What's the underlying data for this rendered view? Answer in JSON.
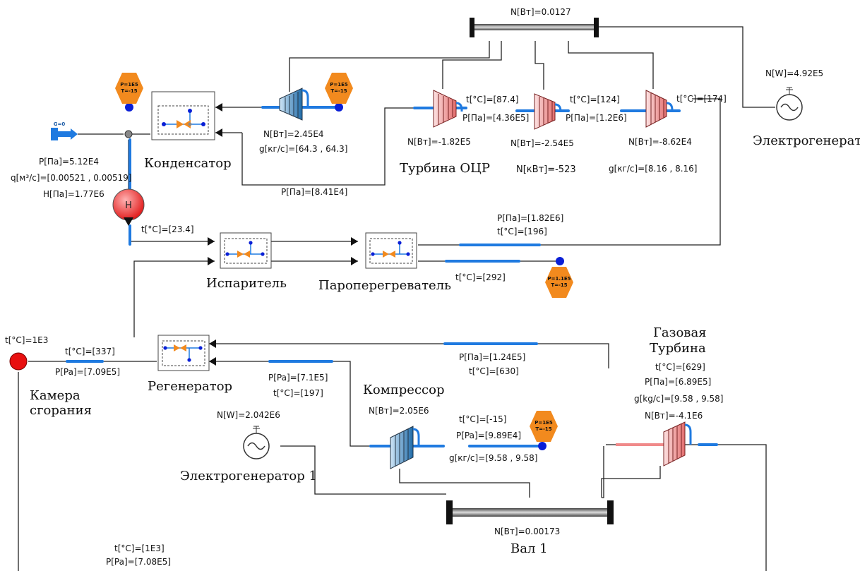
{
  "shaft_top": {
    "label": "N[Вт]=0.0127"
  },
  "shaft_bottom": {
    "label": "N[Вт]=0.00173",
    "title": "Вал 1"
  },
  "generator_top": {
    "label": "N[W]=4.92E5",
    "title": "Электрогенератор"
  },
  "generator_bottom": {
    "label": "N[W]=2.042E6",
    "title": "Электрогенератор 1"
  },
  "source": {
    "label": "G=0"
  },
  "condenser": {
    "title": "Конденсатор",
    "pressure": "P[Па]=5.12E4",
    "flow": "q[м³/с]=[0.00521 , 0.00519]",
    "return_pressure": "P[Па]=[8.41E4]"
  },
  "pump": {
    "head": "H[Па]=1.77E6",
    "outlet_temp": "t[°C]=[23.4]",
    "glyph": "H"
  },
  "boundaries": [
    {
      "p": "P=1E5",
      "t": "T=-15"
    },
    {
      "p": "P=1E5",
      "t": "T=-15"
    },
    {
      "p": "P=1.1E5",
      "t": "T=-15"
    },
    {
      "p": "P=1E5",
      "t": "T=-15"
    }
  ],
  "cooler_turbine": {
    "power": "N[Вт]=2.45E4",
    "flow": "g[кг/с]=[64.3 , 64.3]"
  },
  "orc_turbine": {
    "title": "Турбина ОЦР",
    "total_power": "N[кВт]=-523",
    "stage1": {
      "temp": "t[°C]=[87.4]",
      "power": "N[Вт]=-1.82E5",
      "pressure": "P[Па]=[4.36E5]"
    },
    "stage2": {
      "temp": "t[°C]=[124]",
      "power": "N[Вт]=-2.54E5",
      "pressure": "P[Па]=[1.2E6]"
    },
    "stage3": {
      "temp": "t[°C]=[174]",
      "power": "N[Вт]=-8.62E4",
      "flow": "g[кг/с]=[8.16 , 8.16]"
    }
  },
  "evaporator": {
    "title": "Испаритель"
  },
  "superheater": {
    "title": "Пароперегреватель",
    "pressure": "P[Па]=[1.82E6]",
    "temp": "t[°C]=[196]",
    "gas_temp": "t[°C]=[292]"
  },
  "combustor": {
    "title_line1": "Камера",
    "title_line2": "сгорания",
    "temp": "t[°C]=1E3"
  },
  "regenerator": {
    "title": "Регенератор",
    "temp_in": "t[°C]=[337]",
    "pressure_in": "P[Pa]=[7.09E5]",
    "pressure_air": "P[Pa]=[7.1E5]",
    "temp_air": "t[°C]=[197]",
    "pressure_gas": "P[Па]=[1.24E5]",
    "temp_gas": "t[°C]=[630]"
  },
  "compressor": {
    "title": "Компрессор",
    "power": "N[Вт]=2.05E6",
    "temp": "t[°C]=[-15]",
    "pressure": "P[Pa]=[9.89E4]",
    "flow": "g[кг/с]=[9.58 , 9.58]"
  },
  "gas_turbine": {
    "title_line1": "Газовая",
    "title_line2": "Турбина",
    "temp": "t[°C]=[629]",
    "pressure": "P[Па]=[6.89E5]",
    "flow": "g[kg/c]=[9.58 , 9.58]",
    "power": "N[Вт]=-4.1E6"
  },
  "bottom_labels": {
    "temp": "t[°C]=[1E3]",
    "pressure": "P[Pa]=[7.08E5]"
  },
  "colors": {
    "pipe": "#1f7ae0",
    "hot_pipe": "#f08a8a",
    "line": "#222222",
    "hex": "#f28a1e",
    "node": "#0a1fd6"
  }
}
